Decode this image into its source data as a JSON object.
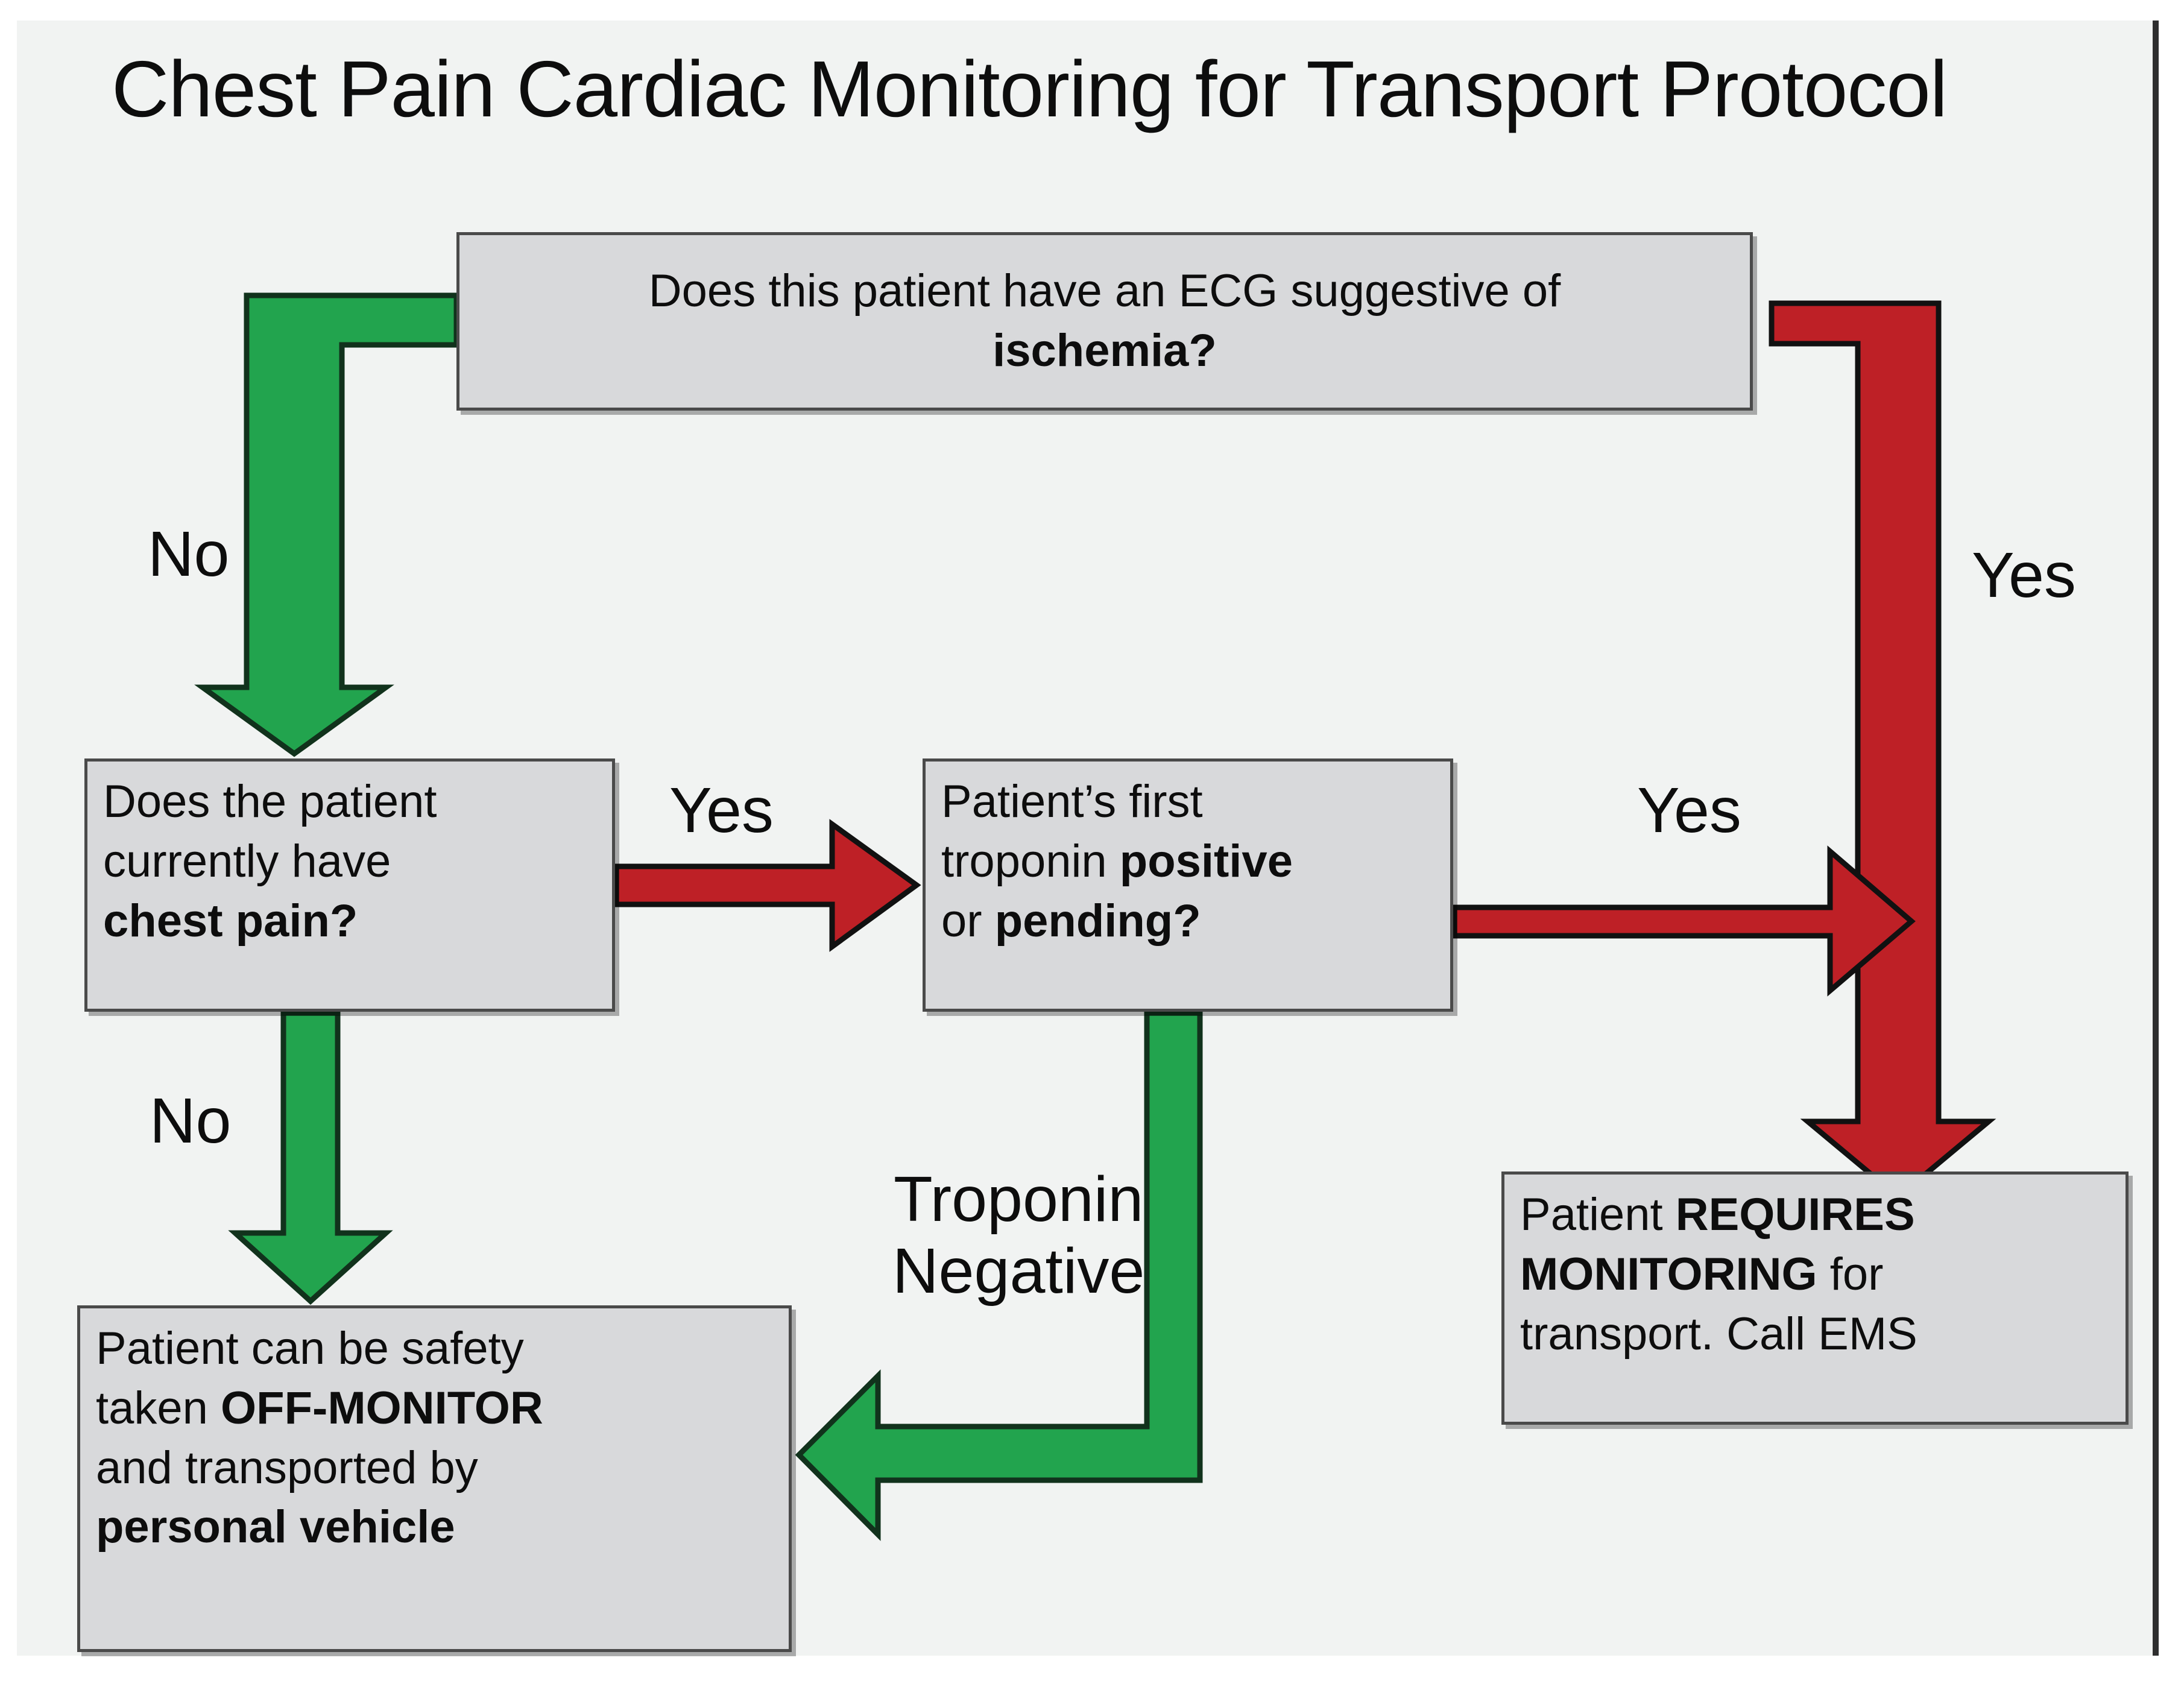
{
  "title": "Chest Pain Cardiac Monitoring for Transport Protocol",
  "colors": {
    "panel_background": "#f1f3f2",
    "box_fill": "#d8d9db",
    "box_border": "#4a4a4a",
    "arrow_yes_red": "#be2026",
    "arrow_no_green": "#22a44e",
    "text": "#0d0d0d"
  },
  "nodes": {
    "ecg": {
      "line1": "Does this patient have an ECG suggestive of",
      "line2_bold": "ischemia?"
    },
    "chest_pain": {
      "line1": "Does the patient",
      "line2": "currently have",
      "line3_bold": "chest pain?"
    },
    "troponin": {
      "line1": "Patient’s first",
      "line2_plain": "troponin ",
      "line2_bold": "positive",
      "line3_plain": "or ",
      "line3_bold": "pending?"
    },
    "off_monitor": {
      "line1": "Patient can be safety",
      "line2_plain": "taken ",
      "line2_bold": "OFF-MONITOR",
      "line3": "and transported by",
      "line4_bold": "personal vehicle"
    },
    "requires_monitoring": {
      "line1_plain": "Patient ",
      "line1_bold": "REQUIRES",
      "line2_bold": "MONITORING",
      "line2_plain": " for",
      "line3": "transport. Call EMS"
    }
  },
  "edges": {
    "no_1": "No",
    "no_2": "No",
    "yes_1": "Yes",
    "yes_2": "Yes",
    "yes_3": "Yes",
    "troponin_negative_l1": "Troponin",
    "troponin_negative_l2": "Negative"
  }
}
